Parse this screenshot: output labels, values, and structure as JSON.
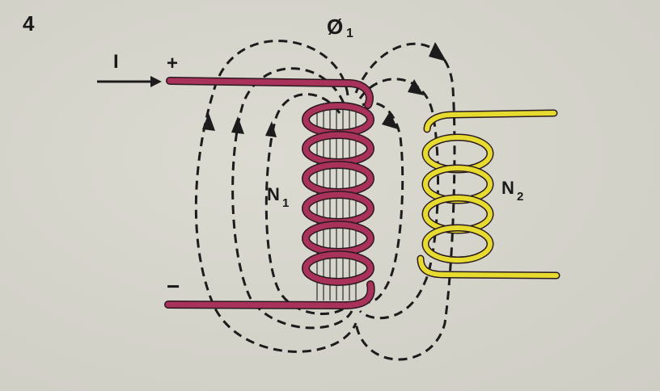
{
  "figure": {
    "number": "4",
    "current_label": "I",
    "plus_sign": "+",
    "minus_sign": "−",
    "flux_symbol": "Ø",
    "flux_subscript": "1",
    "primary_label": "N",
    "primary_subscript": "1",
    "secondary_label": "N",
    "secondary_subscript": "2"
  },
  "colors": {
    "background": "#d6d5cc",
    "primary_coil": "#a8325a",
    "secondary_coil": "#e6db2e",
    "flux_lines": "#1c1c1c",
    "coil_outline": "#2a1a1f"
  },
  "coils": {
    "primary_turns": 6,
    "secondary_turns": 4
  }
}
